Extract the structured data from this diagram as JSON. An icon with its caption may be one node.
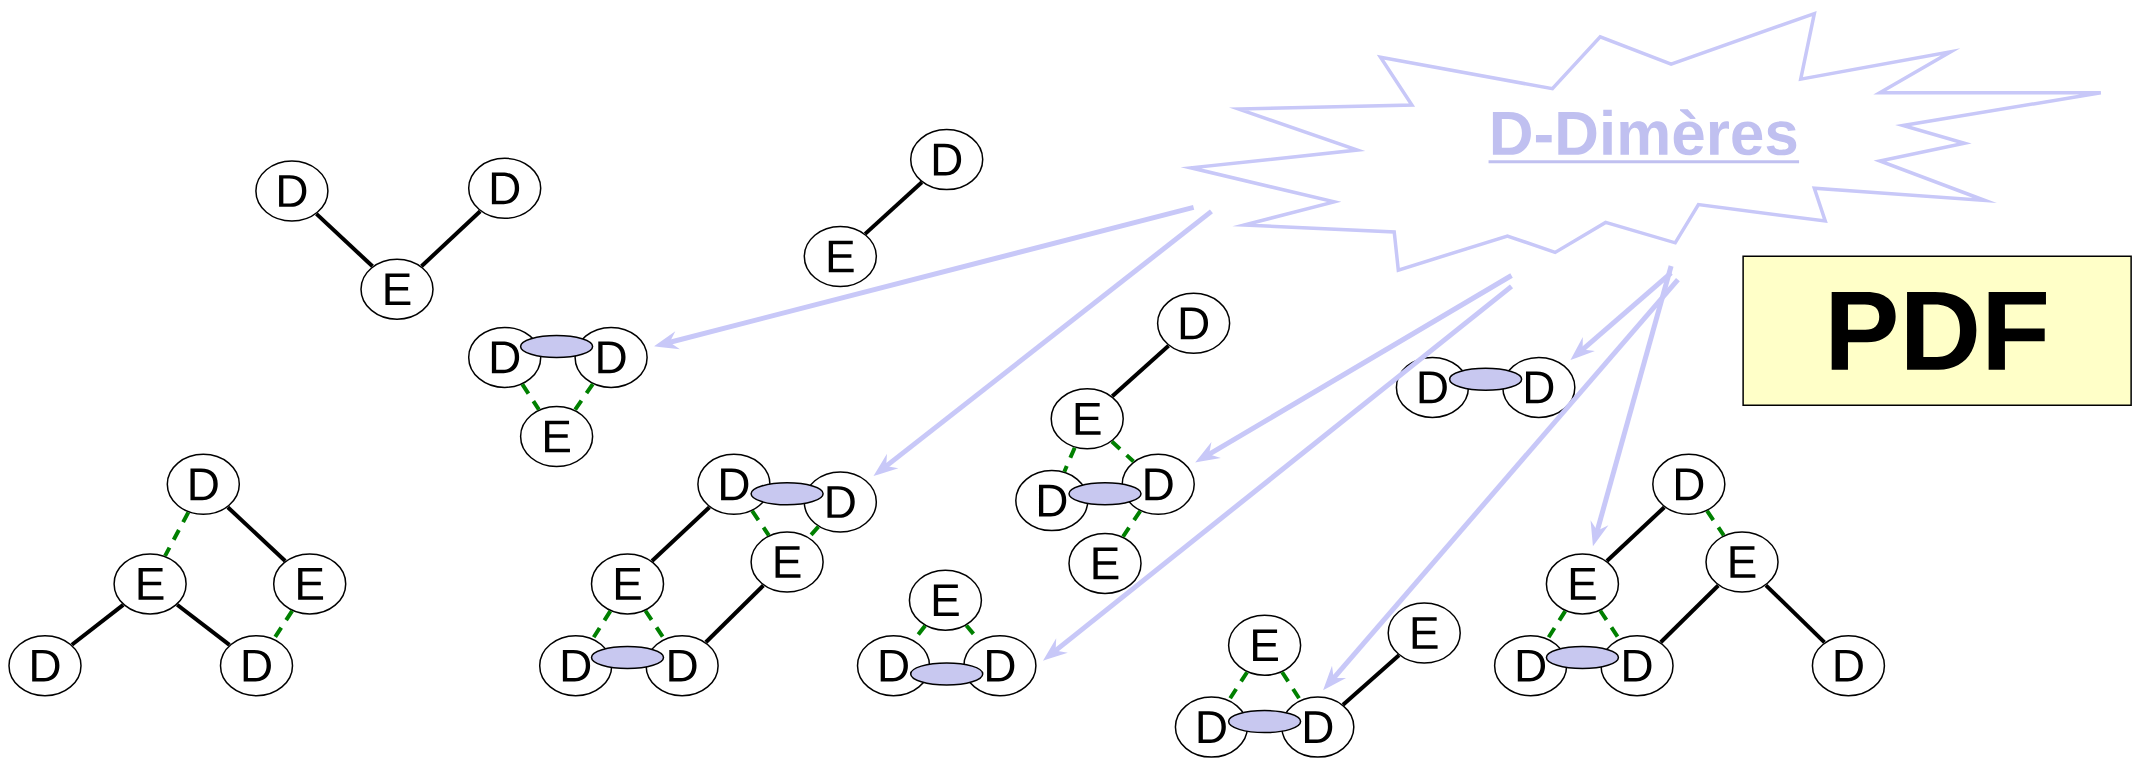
{
  "diagram": {
    "nodes": [
      {
        "text": [
          "D-Dimères"
        ]
      },
      {
        "text": [
          "D"
        ]
      },
      {
        "text": [
          "D"
        ]
      },
      {
        "text": [
          "E"
        ]
      },
      {
        "text": [
          "D"
        ]
      },
      {
        "text": [
          "E"
        ]
      },
      {
        "text": [
          "D"
        ]
      },
      {
        "text": [
          "D"
        ]
      },
      {
        "text": [],
        "shape": "ellipse"
      },
      {
        "text": [
          "E"
        ]
      },
      {
        "text": [
          "D"
        ]
      },
      {
        "text": [
          "E"
        ]
      },
      {
        "text": [
          "E"
        ]
      },
      {
        "text": [
          "D"
        ]
      },
      {
        "text": [
          "D"
        ]
      },
      {
        "text": [
          "D"
        ]
      },
      {
        "text": [
          "D"
        ]
      },
      {
        "text": [],
        "shape": "ellipse"
      },
      {
        "text": [
          "E"
        ]
      },
      {
        "text": [
          "E"
        ]
      },
      {
        "text": [
          "D"
        ]
      },
      {
        "text": [
          "D"
        ]
      },
      {
        "text": [],
        "shape": "ellipse"
      },
      {
        "text": [
          "D"
        ]
      },
      {
        "text": [
          "E"
        ]
      },
      {
        "text": [
          "D"
        ]
      },
      {
        "text": [
          "D"
        ]
      },
      {
        "text": [],
        "shape": "ellipse"
      },
      {
        "text": [
          "E"
        ]
      },
      {
        "text": [
          "E"
        ]
      },
      {
        "text": [
          "D"
        ]
      },
      {
        "text": [
          "D"
        ]
      },
      {
        "text": [],
        "shape": "ellipse"
      },
      {
        "text": [
          "D"
        ]
      },
      {
        "text": [
          "D"
        ]
      },
      {
        "text": [],
        "shape": "ellipse"
      },
      {
        "text": [
          "E"
        ]
      },
      {
        "text": [
          "E"
        ]
      },
      {
        "text": [
          "D"
        ]
      },
      {
        "text": [
          "D"
        ]
      },
      {
        "text": [],
        "shape": "ellipse"
      },
      {
        "text": [
          "D"
        ]
      },
      {
        "text": [
          "E"
        ]
      },
      {
        "text": [
          "E"
        ]
      },
      {
        "text": [
          "D"
        ]
      },
      {
        "text": [
          "D"
        ]
      },
      {
        "text": [
          "D"
        ]
      },
      {
        "text": [],
        "shape": "ellipse"
      },
      {
        "text": [
          "PDF"
        ]
      }
    ],
    "edges": [
      {
        "from": 1,
        "to": 3,
        "arrow": "none",
        "color": "#000000"
      },
      {
        "from": 2,
        "to": 3,
        "arrow": "none",
        "color": "#000000"
      },
      {
        "from": 4,
        "to": 5,
        "arrow": "none",
        "color": "#000000"
      },
      {
        "from": 6,
        "to": 9,
        "arrow": "none",
        "style": "dashed",
        "color": "#008000"
      },
      {
        "from": 7,
        "to": 9,
        "arrow": "none",
        "style": "dashed",
        "color": "#008000"
      },
      {
        "from": 10,
        "to": 11,
        "arrow": "none",
        "style": "dashed",
        "color": "#008000"
      },
      {
        "from": 10,
        "to": 12,
        "arrow": "none",
        "color": "#000000"
      },
      {
        "from": 11,
        "to": 13,
        "arrow": "none",
        "color": "#000000"
      },
      {
        "from": 11,
        "to": 14,
        "arrow": "none",
        "color": "#000000"
      },
      {
        "from": 12,
        "to": 14,
        "arrow": "none",
        "style": "dashed",
        "color": "#008000"
      },
      {
        "from": 15,
        "to": 18,
        "arrow": "none",
        "color": "#000000"
      },
      {
        "from": 15,
        "to": 19,
        "arrow": "none",
        "style": "dashed",
        "color": "#008000"
      },
      {
        "from": 16,
        "to": 19,
        "arrow": "none",
        "style": "dashed",
        "color": "#008000"
      },
      {
        "from": 19,
        "to": 21,
        "arrow": "none",
        "color": "#000000"
      },
      {
        "from": 18,
        "to": 20,
        "arrow": "none",
        "style": "dashed",
        "color": "#008000"
      },
      {
        "from": 18,
        "to": 21,
        "arrow": "none",
        "style": "dashed",
        "color": "#008000"
      },
      {
        "from": 23,
        "to": 24,
        "arrow": "none",
        "color": "#000000"
      },
      {
        "from": 24,
        "to": 25,
        "arrow": "none",
        "style": "dashed",
        "color": "#008000"
      },
      {
        "from": 24,
        "to": 26,
        "arrow": "none",
        "style": "dashed",
        "color": "#008000"
      },
      {
        "from": 26,
        "to": 28,
        "arrow": "none",
        "style": "dashed",
        "color": "#008000"
      },
      {
        "from": 29,
        "to": 30,
        "arrow": "none",
        "style": "dashed",
        "color": "#008000"
      },
      {
        "from": 29,
        "to": 31,
        "arrow": "none",
        "style": "dashed",
        "color": "#008000"
      },
      {
        "from": 36,
        "to": 38,
        "arrow": "none",
        "style": "dashed",
        "color": "#008000"
      },
      {
        "from": 36,
        "to": 39,
        "arrow": "none",
        "style": "dashed",
        "color": "#008000"
      },
      {
        "from": 39,
        "to": 37,
        "arrow": "none",
        "color": "#000000"
      },
      {
        "from": 41,
        "to": 42,
        "arrow": "none",
        "color": "#000000"
      },
      {
        "from": 41,
        "to": 43,
        "arrow": "none",
        "style": "dashed",
        "color": "#008000"
      },
      {
        "from": 43,
        "to": 45,
        "arrow": "none",
        "color": "#000000"
      },
      {
        "from": 43,
        "to": 46,
        "arrow": "none",
        "color": "#000000"
      },
      {
        "from": 42,
        "to": 44,
        "arrow": "none",
        "style": "dashed",
        "color": "#008000"
      },
      {
        "from": 42,
        "to": 45,
        "arrow": "none",
        "style": "dashed",
        "color": "#008000"
      },
      {
        "from": 0,
        "to": 7,
        "arrow": "to",
        "color": "#c8c8f8"
      },
      {
        "from": 0,
        "to": 16,
        "arrow": "to",
        "color": "#c8c8f8"
      },
      {
        "from": 0,
        "to": 26,
        "arrow": "to",
        "color": "#c8c8f8"
      },
      {
        "from": 0,
        "to": 31,
        "arrow": "to",
        "color": "#c8c8f8"
      },
      {
        "from": 0,
        "to": 34,
        "arrow": "to",
        "color": "#c8c8f8"
      },
      {
        "from": 0,
        "to": 39,
        "arrow": "to",
        "color": "#c8c8f8"
      },
      {
        "from": 0,
        "to": 42,
        "arrow": "to",
        "color": "#c8c8f8"
      }
    ]
  }
}
